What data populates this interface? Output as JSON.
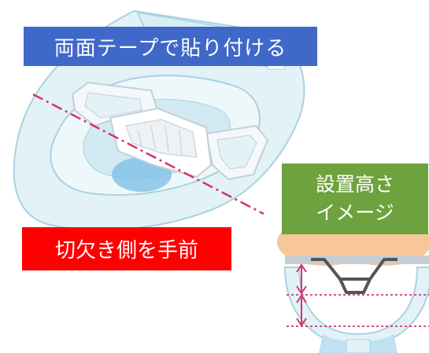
{
  "labels": {
    "tape": "両面テープで貼り付ける",
    "notch_side": "切欠き側を手前",
    "height_line1": "設置高さ",
    "height_line2": "イメージ"
  },
  "colors": {
    "tape_label_bg": "#3f68c8",
    "notch_label_bg": "#ff0000",
    "height_label_bg": "#6ea23e",
    "guide_line": "#d6336c",
    "toilet_fill": "#e2f2f7",
    "toilet_stroke": "#a8d2e0",
    "water": "#7fc0e6",
    "buttocks": "#f7c79a"
  }
}
